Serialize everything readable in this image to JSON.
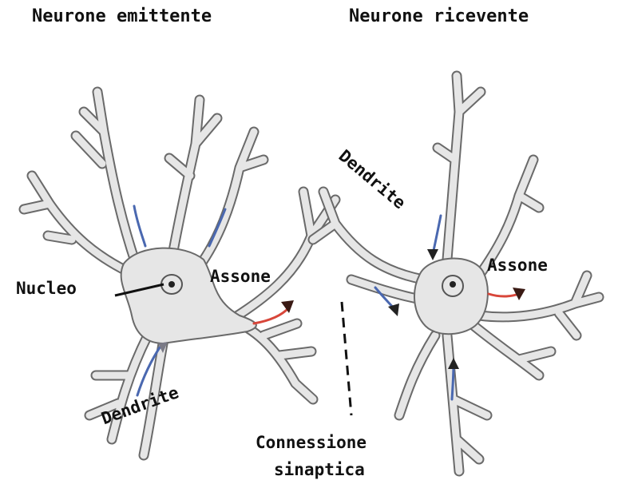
{
  "labels": {
    "sender_title": "Neurone emittente",
    "receiver_title": "Neurone ricevente",
    "dendrite_left": "Dendrite",
    "dendrite_right": "Dendrite",
    "nucleo": "Nucleo",
    "assone_left": "Assone",
    "assone_right": "Assone",
    "connessione_line1": "Connessione",
    "connessione_line2": "sinaptica"
  },
  "colors": {
    "cell_fill": "#e6e6e6",
    "cell_outline": "#6a6a6a",
    "signal_dendrite": "#4a68b0",
    "signal_axon": "#d8463a",
    "arrowhead": "#3a1a14"
  }
}
